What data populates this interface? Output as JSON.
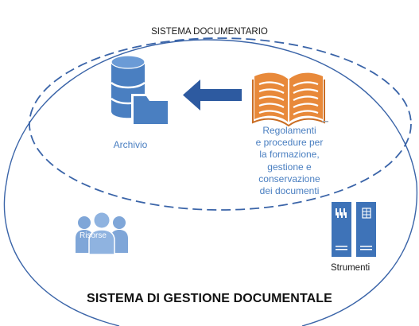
{
  "diagram": {
    "title_top": "SISTEMA DOCUMENTARIO",
    "title_bottom": "SISTEMA DI GESTIONE DOCUMENTALE",
    "archivio": {
      "label": "Archivio",
      "icon": "database-folder-icon"
    },
    "regolamenti": {
      "label_lines": [
        "Regolamenti",
        "e procedure per",
        "la formazione,",
        "gestione e",
        "conservazione",
        "dei documenti"
      ],
      "icon": "open-book-icon"
    },
    "arrow": {
      "direction": "left",
      "icon": "arrow-left-icon"
    },
    "risorse": {
      "label": "Risorse",
      "icon": "people-group-icon"
    },
    "strumenti": {
      "label": "Strumenti",
      "icon": "server-cabinet-icon"
    },
    "colors": {
      "outline": "#3a64a8",
      "icon_blue": "#4a7fc1",
      "arrow": "#2d5aa0",
      "book_orange": "#e8893a",
      "people": "#7fa6d8",
      "text_blue": "#4a7fc1"
    }
  }
}
